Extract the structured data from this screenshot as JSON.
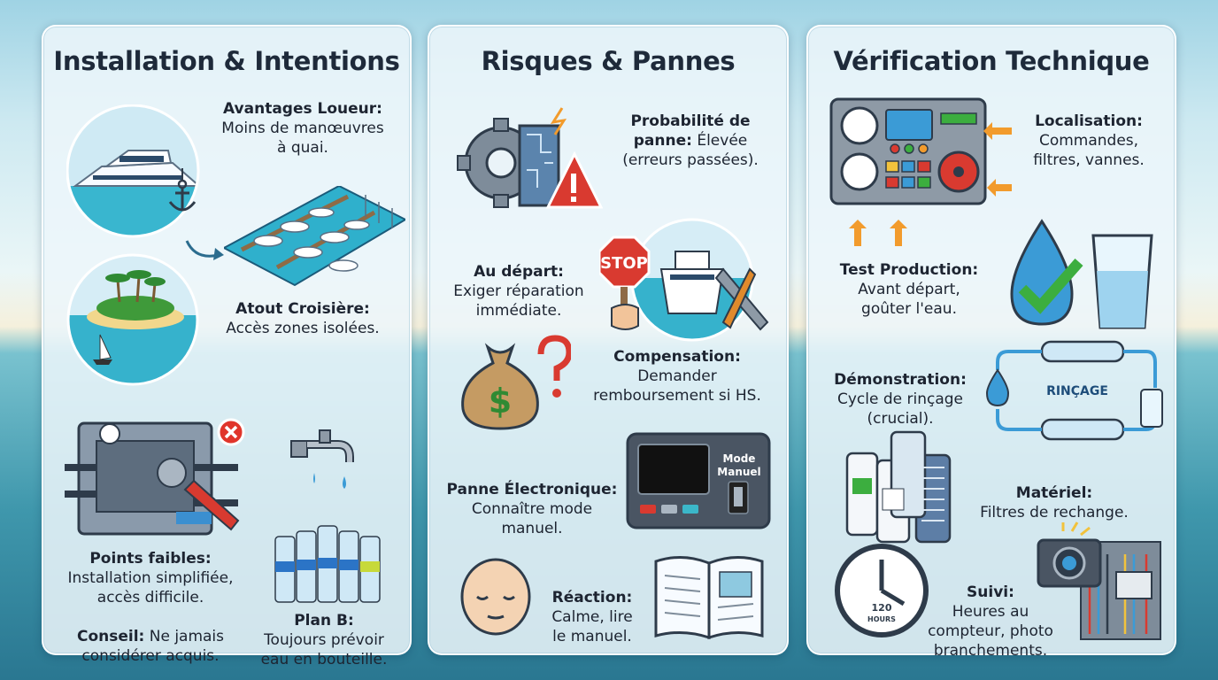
{
  "columns": [
    {
      "title": "Installation & Intentions",
      "items": [
        {
          "label": "Avantages Loueur:",
          "lines": [
            "Moins de manœuvres",
            "à quai."
          ]
        },
        {
          "label": "Atout Croisière:",
          "lines": [
            "Accès zones isolées."
          ]
        },
        {
          "label": "Points faibles:",
          "lines": [
            "Installation simplifiée,",
            "accès difficile."
          ]
        },
        {
          "label": "Conseil:",
          "inline": "Ne jamais",
          "lines": [
            "considérer acquis."
          ]
        },
        {
          "label": "Plan B:",
          "lines": [
            "Toujours prévoir",
            "eau en bouteille."
          ]
        }
      ]
    },
    {
      "title": "Risques & Pannes",
      "items": [
        {
          "label": "Probabilité de",
          "label2": "panne:",
          "inline": "Élevée",
          "lines": [
            "(erreurs passées)."
          ]
        },
        {
          "label": "Au départ:",
          "lines": [
            "Exiger réparation",
            "immédiate."
          ]
        },
        {
          "label": "Compensation:",
          "lines": [
            "Demander",
            "remboursement si HS."
          ]
        },
        {
          "label": "Panne Électronique:",
          "lines": [
            "Connaître mode",
            "manuel."
          ]
        },
        {
          "label": "Réaction:",
          "lines": [
            "Calme, lire",
            "le manuel."
          ]
        }
      ],
      "stop_sign": "STOP",
      "mode_label": [
        "Mode",
        "Manuel"
      ]
    },
    {
      "title": "Vérification Technique",
      "items": [
        {
          "label": "Localisation:",
          "lines": [
            "Commandes,",
            "filtres, vannes."
          ]
        },
        {
          "label": "Test Production:",
          "lines": [
            "Avant départ,",
            "goûter l'eau."
          ]
        },
        {
          "label": "Démonstration:",
          "lines": [
            "Cycle de rinçage",
            "(crucial)."
          ]
        },
        {
          "label": "Matériel:",
          "lines": [
            "Filtres de rechange."
          ]
        },
        {
          "label": "Suivi:",
          "lines": [
            "Heures au",
            "compteur, photo",
            "branchements."
          ]
        }
      ],
      "rincage_label": "RINÇAGE",
      "clock_label": [
        "120",
        "HOURS"
      ]
    }
  ],
  "colors": {
    "accent_orange": "#f29b2c",
    "danger_red": "#d93a30",
    "ok_green": "#3cae3f",
    "water_blue": "#3b9bd6"
  }
}
